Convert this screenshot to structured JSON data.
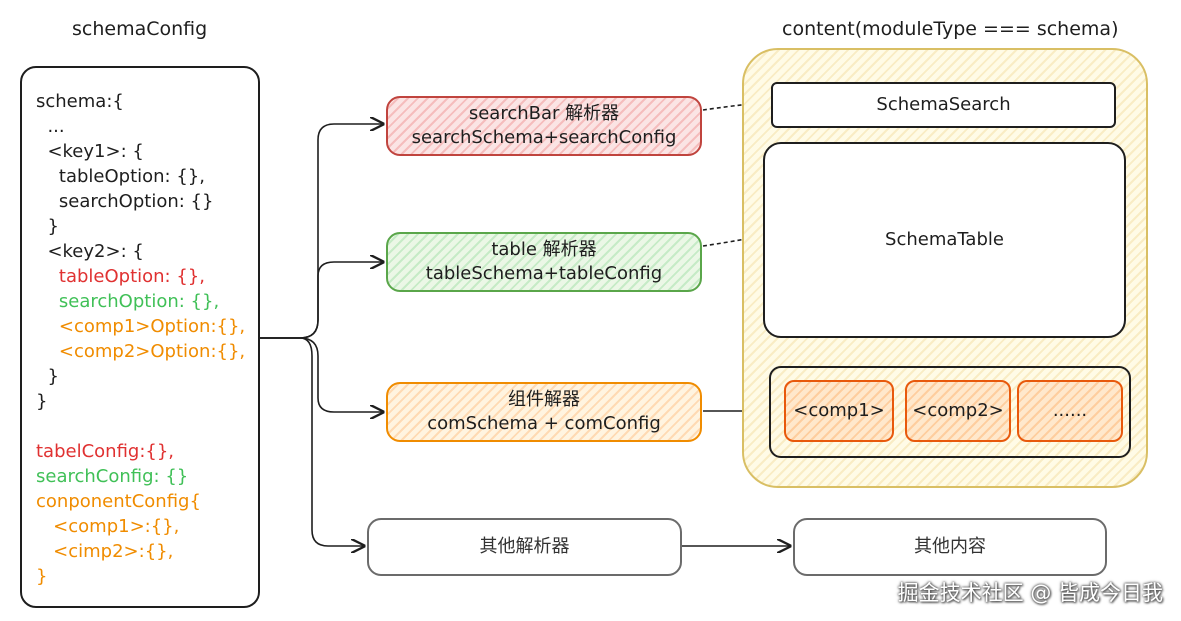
{
  "titles": {
    "schema_config": "schemaConfig",
    "content": "content(moduleType === schema)"
  },
  "code_lines": [
    {
      "text": "schema:{",
      "color": "black"
    },
    {
      "text": "  ...",
      "color": "black"
    },
    {
      "text": "  <key1>: {",
      "color": "black"
    },
    {
      "text": "    tableOption: {},",
      "color": "black"
    },
    {
      "text": "    searchOption: {}",
      "color": "black"
    },
    {
      "text": "  }",
      "color": "black"
    },
    {
      "text": "  <key2>: {",
      "color": "black"
    },
    {
      "text": "    tableOption: {},",
      "color": "red"
    },
    {
      "text": "    searchOption: {},",
      "color": "green"
    },
    {
      "text": "    <comp1>Option:{},",
      "color": "orange"
    },
    {
      "text": "    <comp2>Option:{},",
      "color": "orange"
    },
    {
      "text": "  }",
      "color": "black"
    },
    {
      "text": "}",
      "color": "black"
    },
    {
      "text": "",
      "color": "black"
    },
    {
      "text": "tabelConfig:{},",
      "color": "red"
    },
    {
      "text": "searchConfig: {}",
      "color": "green"
    },
    {
      "text": "conponentConfig{",
      "color": "orange"
    },
    {
      "text": "   <comp1>:{},",
      "color": "orange"
    },
    {
      "text": "   <cimp2>:{},",
      "color": "orange"
    },
    {
      "text": "}",
      "color": "orange"
    }
  ],
  "parsers": {
    "search": {
      "line1": "searchBar 解析器",
      "line2": "searchSchema+searchConfig"
    },
    "table": {
      "line1": "table 解析器",
      "line2": "tableSchema+tableConfig"
    },
    "component": {
      "line1": "组件解器",
      "line2": "comSchema + comConfig"
    },
    "other": {
      "line1": "其他解析器"
    }
  },
  "content_blocks": {
    "schema_search": "SchemaSearch",
    "schema_table": "SchemaTable",
    "comp1": "<comp1>",
    "comp2": "<comp2>",
    "more": "......"
  },
  "other_content": "其他内容",
  "watermark": "掘金技术社区 @ 皆成今日我",
  "colors": {
    "red": "#e03131",
    "green": "#40c057",
    "orange": "#f08c00",
    "black": "#1e1e1e",
    "content_frame": "#d9bf64"
  }
}
